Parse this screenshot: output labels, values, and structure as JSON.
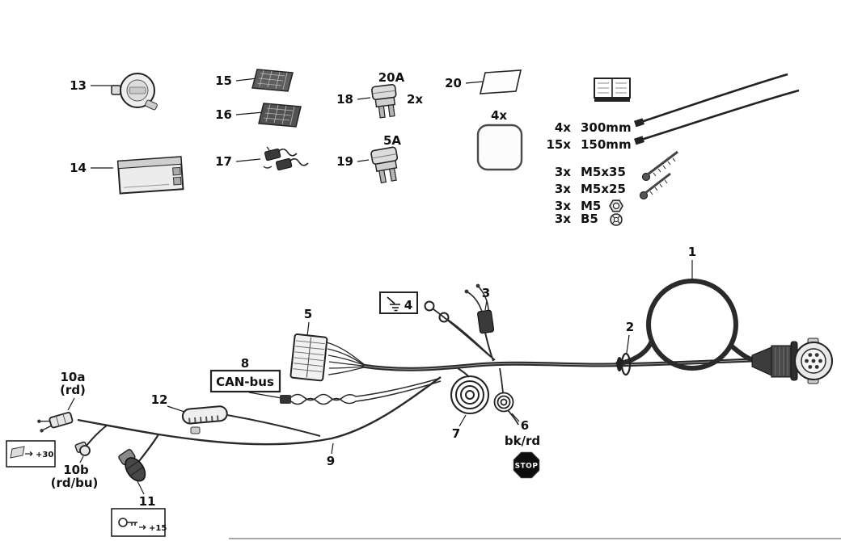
{
  "parts": {
    "p13": "13",
    "p14": "14",
    "p15": "15",
    "p16": "16",
    "p17": "17",
    "p18": "18",
    "p19": "19",
    "p20": "20",
    "fuse_large_rating": "20A",
    "fuse_large_qty": "2x",
    "fuse_small_rating": "5A",
    "pad_qty": "4x"
  },
  "hardware": [
    {
      "qty": "4x",
      "spec": "300mm"
    },
    {
      "qty": "15x",
      "spec": "150mm"
    },
    {
      "qty": "3x",
      "spec": "M5x35"
    },
    {
      "qty": "3x",
      "spec": "M5x25"
    },
    {
      "qty": "3x",
      "spec": "M5"
    },
    {
      "qty": "3x",
      "spec": "B5"
    }
  ],
  "harness": {
    "c1": "1",
    "c2": "2",
    "c3": "3",
    "c4": "4",
    "c5": "5",
    "c6": "6",
    "c7": "7",
    "c8": "8",
    "c9": "9",
    "c10a": "10a",
    "c10a_wire": "(rd)",
    "c10b": "10b",
    "c10b_wire": "(rd/bu)",
    "c11": "11",
    "c12": "12",
    "canbus_label": "CAN-bus",
    "wire6_color": "bk/rd",
    "stop_label": "STOP",
    "terminal30": "+30",
    "terminal15": "+15"
  }
}
